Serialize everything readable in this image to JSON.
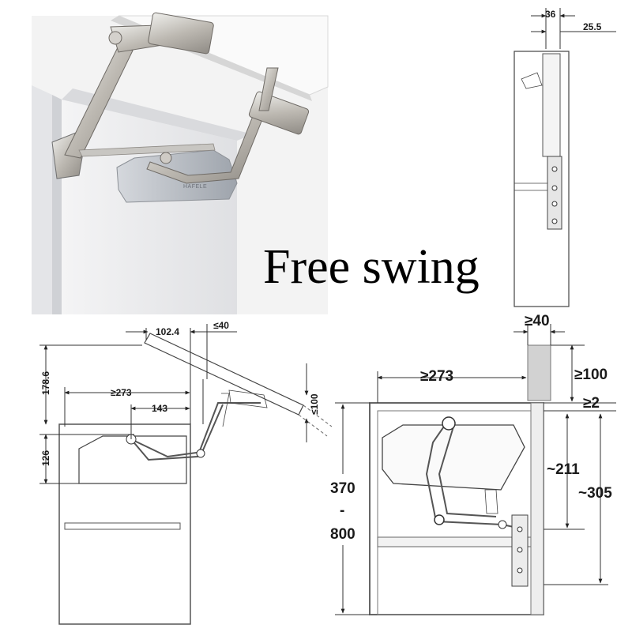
{
  "title": "Free swing",
  "photo": {
    "brand_logo": "HAFELE"
  },
  "side_view_top": {
    "dims": {
      "w36": "36",
      "w25_5": "25.5"
    }
  },
  "side_view_left": {
    "dims": {
      "d102_4": "102.4",
      "le40": "≤40",
      "h178_6": "178.6",
      "ge273": "≥273",
      "d143": "143",
      "le100": "≤100",
      "h126": "126"
    }
  },
  "side_view_right": {
    "dims": {
      "ge40": "≥40",
      "ge273": "≥273",
      "ge100": "≥100",
      "ge2": "≥2",
      "h211": "~211",
      "h305": "~305",
      "h370": "370",
      "dash": "-",
      "h800": "800"
    }
  },
  "colors": {
    "photo_bg": "#ececec",
    "cabinet": "#e6e7ea",
    "metal": "#c7c4bf",
    "fitting_grey": "#b8bcc2",
    "line": "#333333"
  }
}
